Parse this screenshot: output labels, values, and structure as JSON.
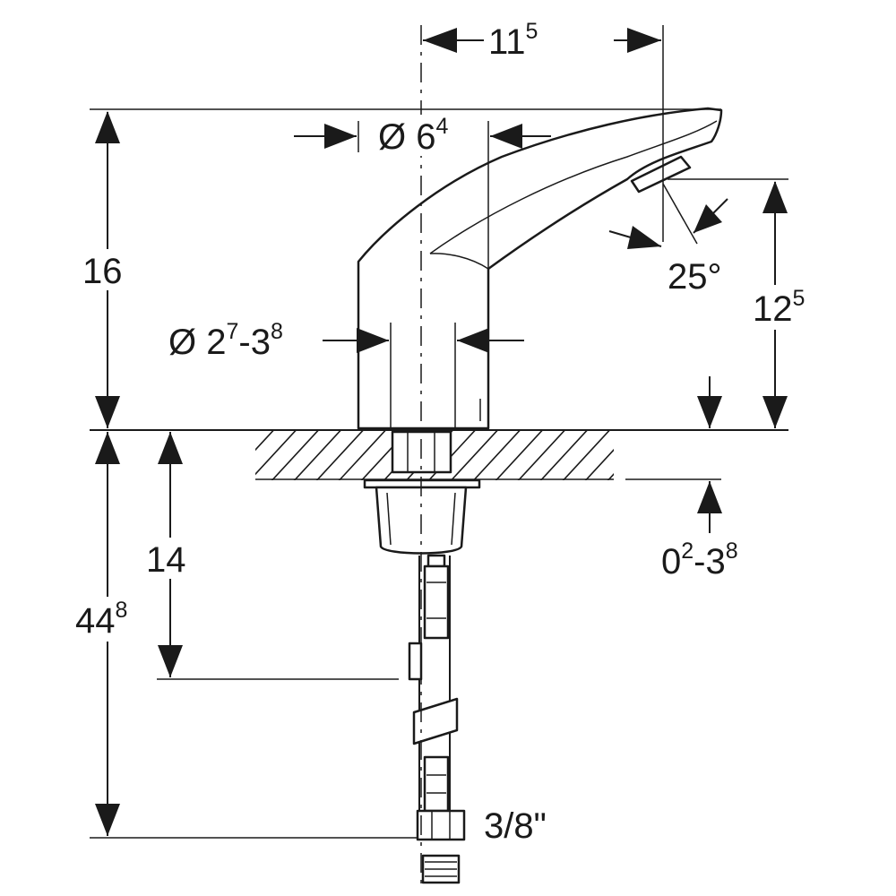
{
  "dimensions": {
    "spout_reach": {
      "base": "11",
      "sup": "5"
    },
    "spout_diameter": {
      "prefix": "Ø 6",
      "sup": "4"
    },
    "total_height": "16",
    "outlet_height": {
      "base": "12",
      "sup": "5"
    },
    "spray_angle": "25°",
    "hole_diameter": {
      "prefix": "Ø 2",
      "sup1": "7",
      "mid": "-3",
      "sup2": "8"
    },
    "below_deck_depth": "14",
    "overall_below_deck": {
      "base": "44",
      "sup": "8"
    },
    "deck_thickness": {
      "prefix": "0",
      "sup1": "2",
      "mid": "-3",
      "sup2": "8"
    },
    "connection_thread": "3/8\""
  }
}
